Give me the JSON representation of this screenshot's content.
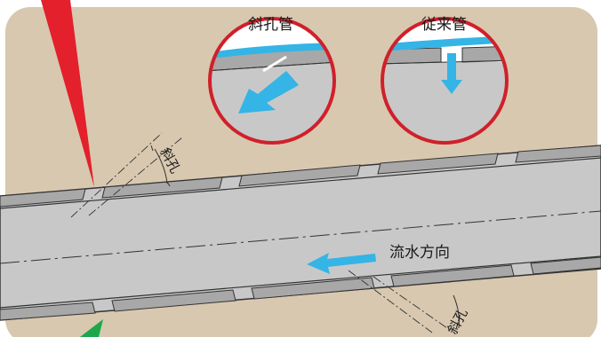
{
  "labels": {
    "diagonal_pipe": "斜孔管",
    "conventional_pipe": "従来管",
    "flow_direction": "流水方向",
    "diagonal_hole_upper": "斜孔",
    "diagonal_hole_lower": "斜孔"
  },
  "colors": {
    "background_panel": "#d8c8b0",
    "pipe_body": "#c8c8c8",
    "pipe_outline": "#333333",
    "slot_fill": "#a8a8a8",
    "flow_arrow": "#35b4e6",
    "magnifier_ring": "#d0202a",
    "pointer_red": "#e3202b",
    "pointer_green": "#1aa84a"
  },
  "icons": {
    "flow_arrow": "left-arrow",
    "magnifier_left_arrow": "diagonal-down-left-arrow",
    "magnifier_right_arrow": "down-arrow"
  }
}
